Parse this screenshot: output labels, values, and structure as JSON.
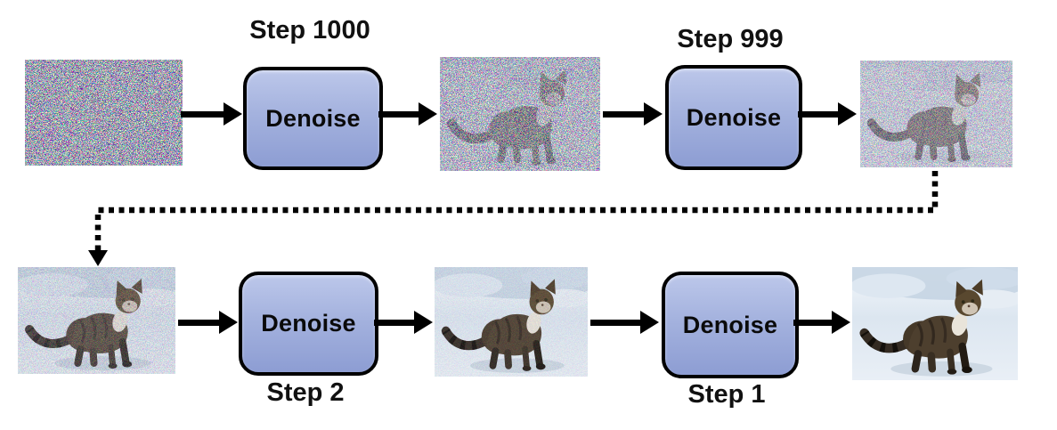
{
  "diagram_title": "iterative denoising diffusion process",
  "boxes": [
    {
      "label": "Denoise",
      "step": "Step 1000",
      "step_position": "above"
    },
    {
      "label": "Denoise",
      "step": "Step 999",
      "step_position": "above"
    },
    {
      "label": "Denoise",
      "step": "Step 2",
      "step_position": "below"
    },
    {
      "label": "Denoise",
      "step": "Step 1",
      "step_position": "below"
    }
  ],
  "images": [
    {
      "name": "pure-noise-image",
      "description": "random RGB pixel noise, no cat visible",
      "noise_opacity": "1"
    },
    {
      "name": "heavily-noisy-cat-image",
      "description": "cat silhouette barely visible under heavy RGB noise",
      "noise_opacity": "0.74"
    },
    {
      "name": "noisy-cat-image",
      "description": "cat visible through moderate purple-tinted noise",
      "noise_opacity": "0.5"
    },
    {
      "name": "slightly-noisy-cat-image",
      "description": "cat clearly visible with light grain noise",
      "noise_opacity": "0.26"
    },
    {
      "name": "faintly-noisy-cat-image",
      "description": "cat nearly clean, faint residual noise",
      "noise_opacity": "0.1"
    },
    {
      "name": "clean-cat-image",
      "description": "clean photo of tabby cat standing in snow",
      "noise_opacity": "0"
    }
  ],
  "colors": {
    "box_fill_top": "#bcc7ea",
    "box_fill_bottom": "#8d9dd3",
    "box_border": "#000000",
    "arrow": "#000000",
    "background": "#ffffff"
  }
}
